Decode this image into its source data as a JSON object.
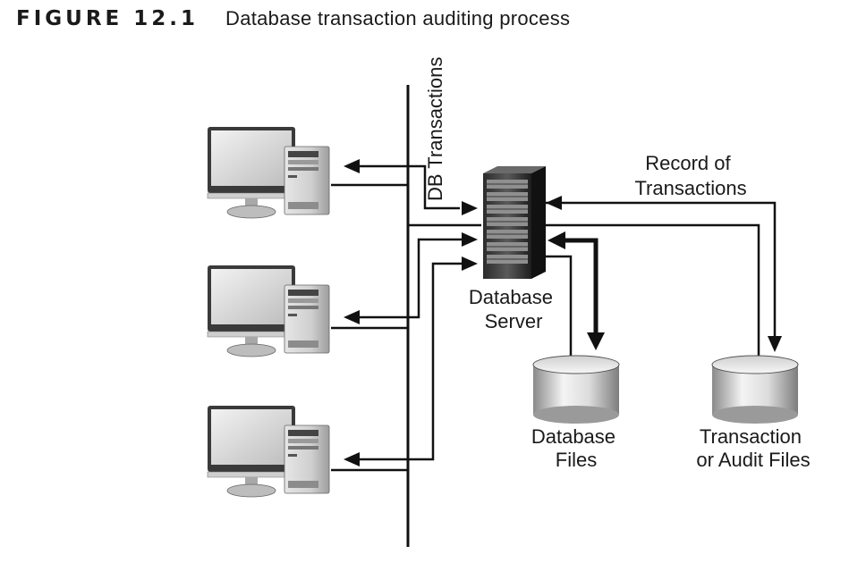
{
  "figure": {
    "number": "FIGURE 12.1",
    "title": "Database transaction auditing process"
  },
  "labels": {
    "db_transactions": "DB Transactions",
    "record_of_transactions": [
      "Record of",
      "Transactions"
    ],
    "database_server": [
      "Database",
      "Server"
    ],
    "database_files": [
      "Database",
      "Files"
    ],
    "transaction_files": [
      "Transaction",
      "or Audit Files"
    ]
  }
}
